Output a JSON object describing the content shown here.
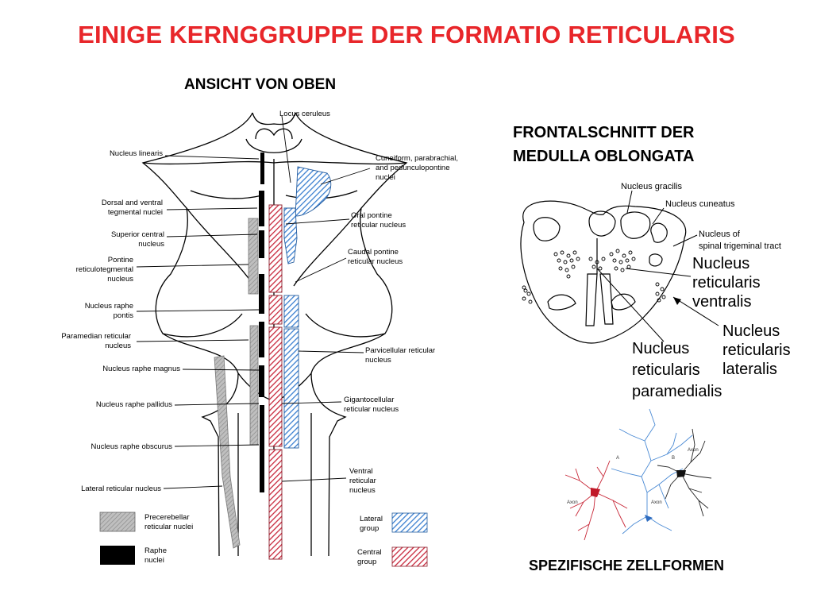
{
  "title": "EINIGE KERNGGRUPPE DER FORMATIO RETICULARIS",
  "view_label": "ANSICHT VON OBEN",
  "frontal_label": {
    "line1": "FRONTALSCHNITT DER",
    "line2": "MEDULLA OBLONGATA"
  },
  "cells_label": "SPEZIFISCHE ZELLFORMEN",
  "brainstem_labels": {
    "locus_ceruleus": "Locus ceruleus",
    "nucleus_linearis": "Nucleus linearis",
    "cuneiform": [
      "Cuneiform, parabrachial,",
      "and pedunculopontine",
      "nuclei"
    ],
    "dorsal_ventral": [
      "Dorsal and ventral",
      "tegmental nuclei"
    ],
    "oral_pontine": [
      "Oral pontine",
      "reticular nucleus"
    ],
    "superior_central": [
      "Superior central",
      "nucleus"
    ],
    "caudal_pontine": [
      "Caudal pontine",
      "reticular nucleus"
    ],
    "pontine_reticulotegmental": [
      "Pontine",
      "reticulotegmental",
      "nucleus"
    ],
    "raphe_pontis": [
      "Nucleus raphe",
      "pontis"
    ],
    "paramedian": [
      "Paramedian reticular",
      "nucleus"
    ],
    "parvicellular": [
      "Parvicellular reticular",
      "nucleus"
    ],
    "raphe_magnus": "Nucleus raphe magnus",
    "raphe_pallidus": "Nucleus raphe pallidus",
    "gigantocellular": [
      "Gigantocellular",
      "reticular nucleus"
    ],
    "raphe_obscurus": "Nucleus raphe obscurus",
    "ventral_reticular": [
      "Ventral",
      "reticular",
      "nucleus"
    ],
    "lateral_reticular": "Lateral reticular nucleus"
  },
  "legend": [
    {
      "lines": [
        "Precerebellar",
        "reticular nuclei"
      ],
      "color": "#a8a8a8"
    },
    {
      "lines": [
        "Raphe",
        "nuclei"
      ],
      "color": "#000000"
    },
    {
      "lines": [
        "Lateral",
        "group"
      ],
      "color": "#3a7fd0"
    },
    {
      "lines": [
        "Central",
        "group"
      ],
      "color": "#c8283c"
    }
  ],
  "section_labels": {
    "gracilis": "Nucleus gracilis",
    "cuneatus": "Nucleus cuneatus",
    "trigeminal": [
      "Nucleus of",
      "spinal trigeminal tract"
    ],
    "ventralis": [
      "Nucleus",
      "reticularis",
      "ventralis"
    ],
    "lateralis": [
      "Nucleus",
      "reticularis",
      "lateralis"
    ],
    "paramedialis": [
      "Nucleus",
      "reticularis",
      "paramedialis"
    ]
  },
  "cell_labels": {
    "a": "A",
    "b": "B",
    "axon_left": "Axon",
    "axon_mid": "Axon",
    "axon_right": "Axon"
  },
  "colors": {
    "title": "#e8262a",
    "lateral_group": "#3a7fd0",
    "central_group": "#c8283c",
    "precerebellar": "#a8a8a8",
    "raphe": "#000000"
  }
}
